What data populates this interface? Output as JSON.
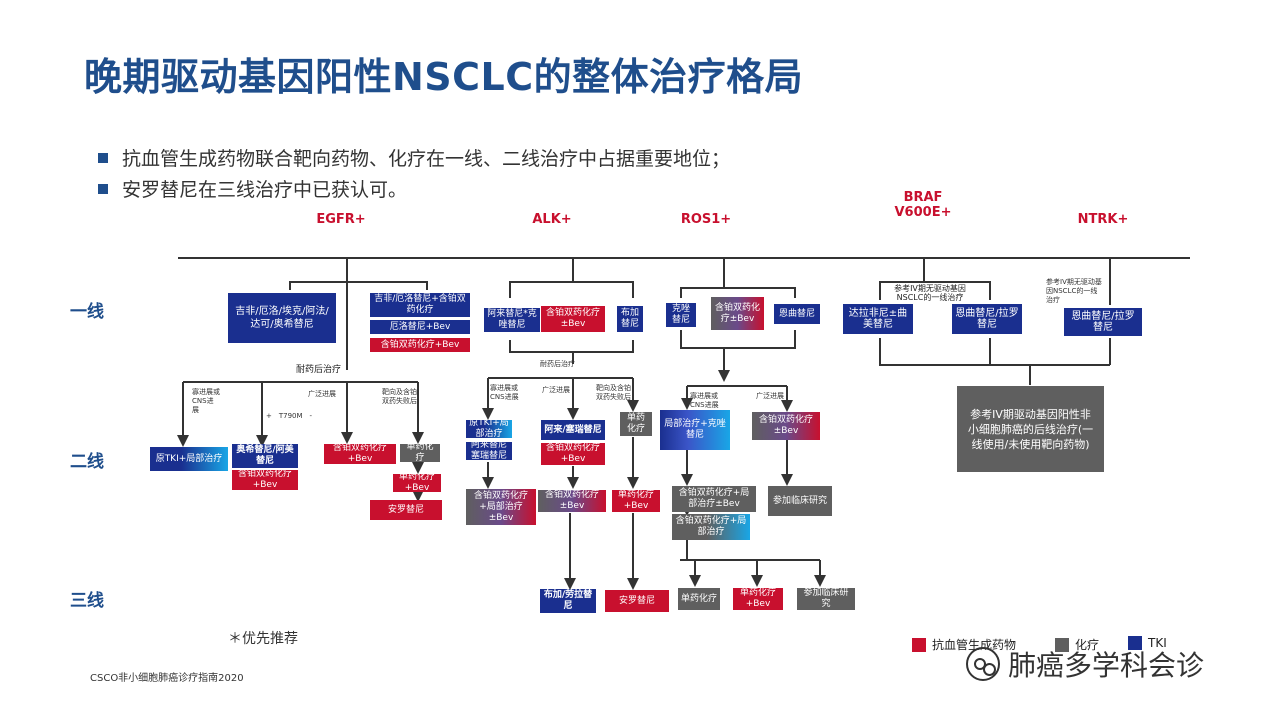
{
  "title": "晚期驱动基因阳性NSCLC的整体治疗格局",
  "bullets": [
    "抗血管生成药物联合靶向药物、化疗在一线、二线治疗中占据重要地位；",
    "安罗替尼在三线治疗中已获认可。"
  ],
  "columns": [
    "EGFR+",
    "ALK+",
    "ROS1+",
    "BRAF V600E+",
    "NTRK+"
  ],
  "lines": [
    "一线",
    "二线",
    "三线"
  ],
  "egfr": {
    "first_tki": "吉非/厄洛/埃克/阿法/达可/奥希替尼",
    "first_combo": "吉非/厄洛替尼+含铂双药化疗",
    "first_bev": "厄洛替尼+Bev",
    "first_chemo_bev": "含铂双药化疗+Bev",
    "resist": "耐药后治疗",
    "n_slow": "寡进展或CNS进展",
    "n_wide": "广泛进展",
    "n_fail": "靶向及含铂双药失败后",
    "t790m": "+　T790M　-",
    "second_local": "原TKI+局部治疗",
    "second_osim": "奥希替尼/阿美替尼",
    "second_chemo_bev_a": "含铂双药化疗+Bev",
    "second_chemo_bev_b": "含铂双药化疗+Bev",
    "second_single": "单药化疗",
    "second_single_bev": "单药化疗+Bev",
    "third_anlo": "安罗替尼"
  },
  "alk": {
    "first_tki": "阿来替尼*克唑替尼",
    "first_chemo": "含铂双药化疗±Bev",
    "first_bri": "布加替尼",
    "resist": "耐药后治疗",
    "n_slow": "寡进展或CNS进展",
    "n_wide": "广泛进展",
    "n_fail": "靶向及含铂双药失败后",
    "second_local": "原TKI+局部治疗",
    "second_cer": "阿来/塞瑞替尼",
    "second_alec": "阿来替尼塞瑞替尼",
    "second_chemo_bev": "含铂双药化疗+Bev",
    "second_single": "单药化疗",
    "second_combo": "含铂双药化疗+局部治疗±Bev",
    "second_chemo2": "含铂双药化疗±Bev",
    "second_single_bev": "单药化疗+Bev",
    "third_bri": "布加/劳拉替尼",
    "third_anlo": "安罗替尼"
  },
  "ros1": {
    "first_crizo": "克唑替尼",
    "first_chemo": "含铂双药化疗±Bev",
    "first_entre": "恩曲替尼",
    "n_slow": "寡进展或CNS进展",
    "n_wide": "广泛进展",
    "second_local": "局部治疗+克唑替尼",
    "second_chemo_bev": "含铂双药化疗±Bev",
    "second_combo1": "含铂双药化疗+局部治疗±Bev",
    "second_trial": "参加临床研究",
    "second_combo2": "含铂双药化疗+局部治疗",
    "third_single": "单药化疗",
    "third_single_bev": "单药化疗+Bev",
    "third_trial": "参加临床研究"
  },
  "braf": {
    "note": "参考IV期无驱动基因NSCLC的一线治疗",
    "first_dab": "达拉非尼±曲美替尼",
    "first_entre": "恩曲替尼/拉罗替尼"
  },
  "ntrk": {
    "note": "参考IV期无驱动基因NSCLC的一线治疗",
    "first_entre": "恩曲替尼/拉罗替尼"
  },
  "shared_later": "参考IV期驱动基因阳性非小细胞肺癌的后线治疗(一线使用/未使用靶向药物)",
  "priority_note": "＊优先推荐",
  "source": "CSCO非小细胞肺癌诊疗指南2020",
  "legend": [
    {
      "label": "抗血管生成药物",
      "color": "#c8102e"
    },
    {
      "label": "化疗",
      "color": "#5f5f5f"
    },
    {
      "label": "TKI",
      "color": "#1a2f8f"
    }
  ],
  "watermark": "肺癌多学科会诊",
  "colors": {
    "title": "#1f4e8c",
    "tki": "#1a2f8f",
    "anti": "#c8102e",
    "chemo": "#5f5f5f"
  }
}
